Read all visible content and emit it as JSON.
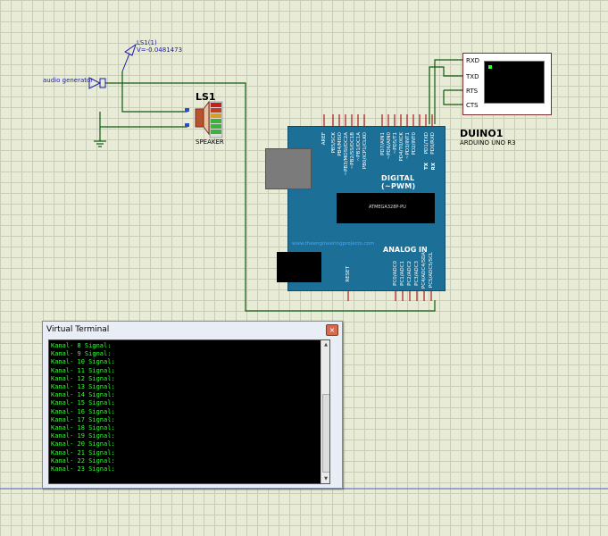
{
  "probe": {
    "name": "LS1(1)",
    "value": "V=-0.0481473"
  },
  "generator": {
    "label": "audio generator"
  },
  "speaker": {
    "ref": "LS1",
    "type": "SPEAKER"
  },
  "terminal_symbol": {
    "pins": [
      "RXD",
      "TXD",
      "RTS",
      "CTS"
    ]
  },
  "arduino": {
    "ref": "DUINO1",
    "model": "ARDUINO UNO R3",
    "digital_label": "DIGITAL (~PWM)",
    "analog_label": "ANALOG IN",
    "chip_text": "ATMEGA328P-PU",
    "url": "www.theengineeringprojects.com",
    "aref": "AREF",
    "reset": "RESET",
    "digital_pins_top": [
      "PB5/SCK",
      "PB4/MISO",
      "~PB3/MOSI/OC2A",
      "~PB2/SS/OC1B",
      "~PB1/OC1A",
      "PB0/ICP1/CLKO",
      "PD7/AIN1",
      "~PD6/AIN0",
      "~PD5/T1",
      "PD4/T0/XCK",
      "~PD3/INT1",
      "PD2/INT0",
      "PD1/TXD",
      "PD0/RXD"
    ],
    "analog_pins": [
      "PC0/ADC0",
      "PC1/ADC1",
      "PC2/ADC2",
      "PC3/ADC3",
      "PC4/ADC4/SDA",
      "PC5/ADC5/SCL"
    ],
    "tx": "TX",
    "rx": "RX"
  },
  "virtual_terminal": {
    "title": "Virtual Terminal",
    "close_label": "×",
    "lines": [
      "Kanal- 8 Signal:",
      "Kanal- 9 Signal:",
      "Kanal- 10 Signal:",
      "Kanal- 11 Signal:",
      "Kanal- 12 Signal:",
      "Kanal- 13 Signal:",
      "Kanal- 14 Signal:",
      "Kanal- 15 Signal:",
      "Kanal- 16 Signal:",
      "Kanal- 17 Signal:",
      "Kanal- 18 Signal:",
      "Kanal- 19 Signal:",
      "Kanal- 20 Signal:",
      "Kanal- 21 Signal:",
      "Kanal- 22 Signal:",
      "Kanal- 23 Signal:"
    ]
  },
  "colors": {
    "wire": "#0e5a0e",
    "board": "#1c6f96",
    "component": "#7c2a2a",
    "probe": "#1a1aa8"
  }
}
